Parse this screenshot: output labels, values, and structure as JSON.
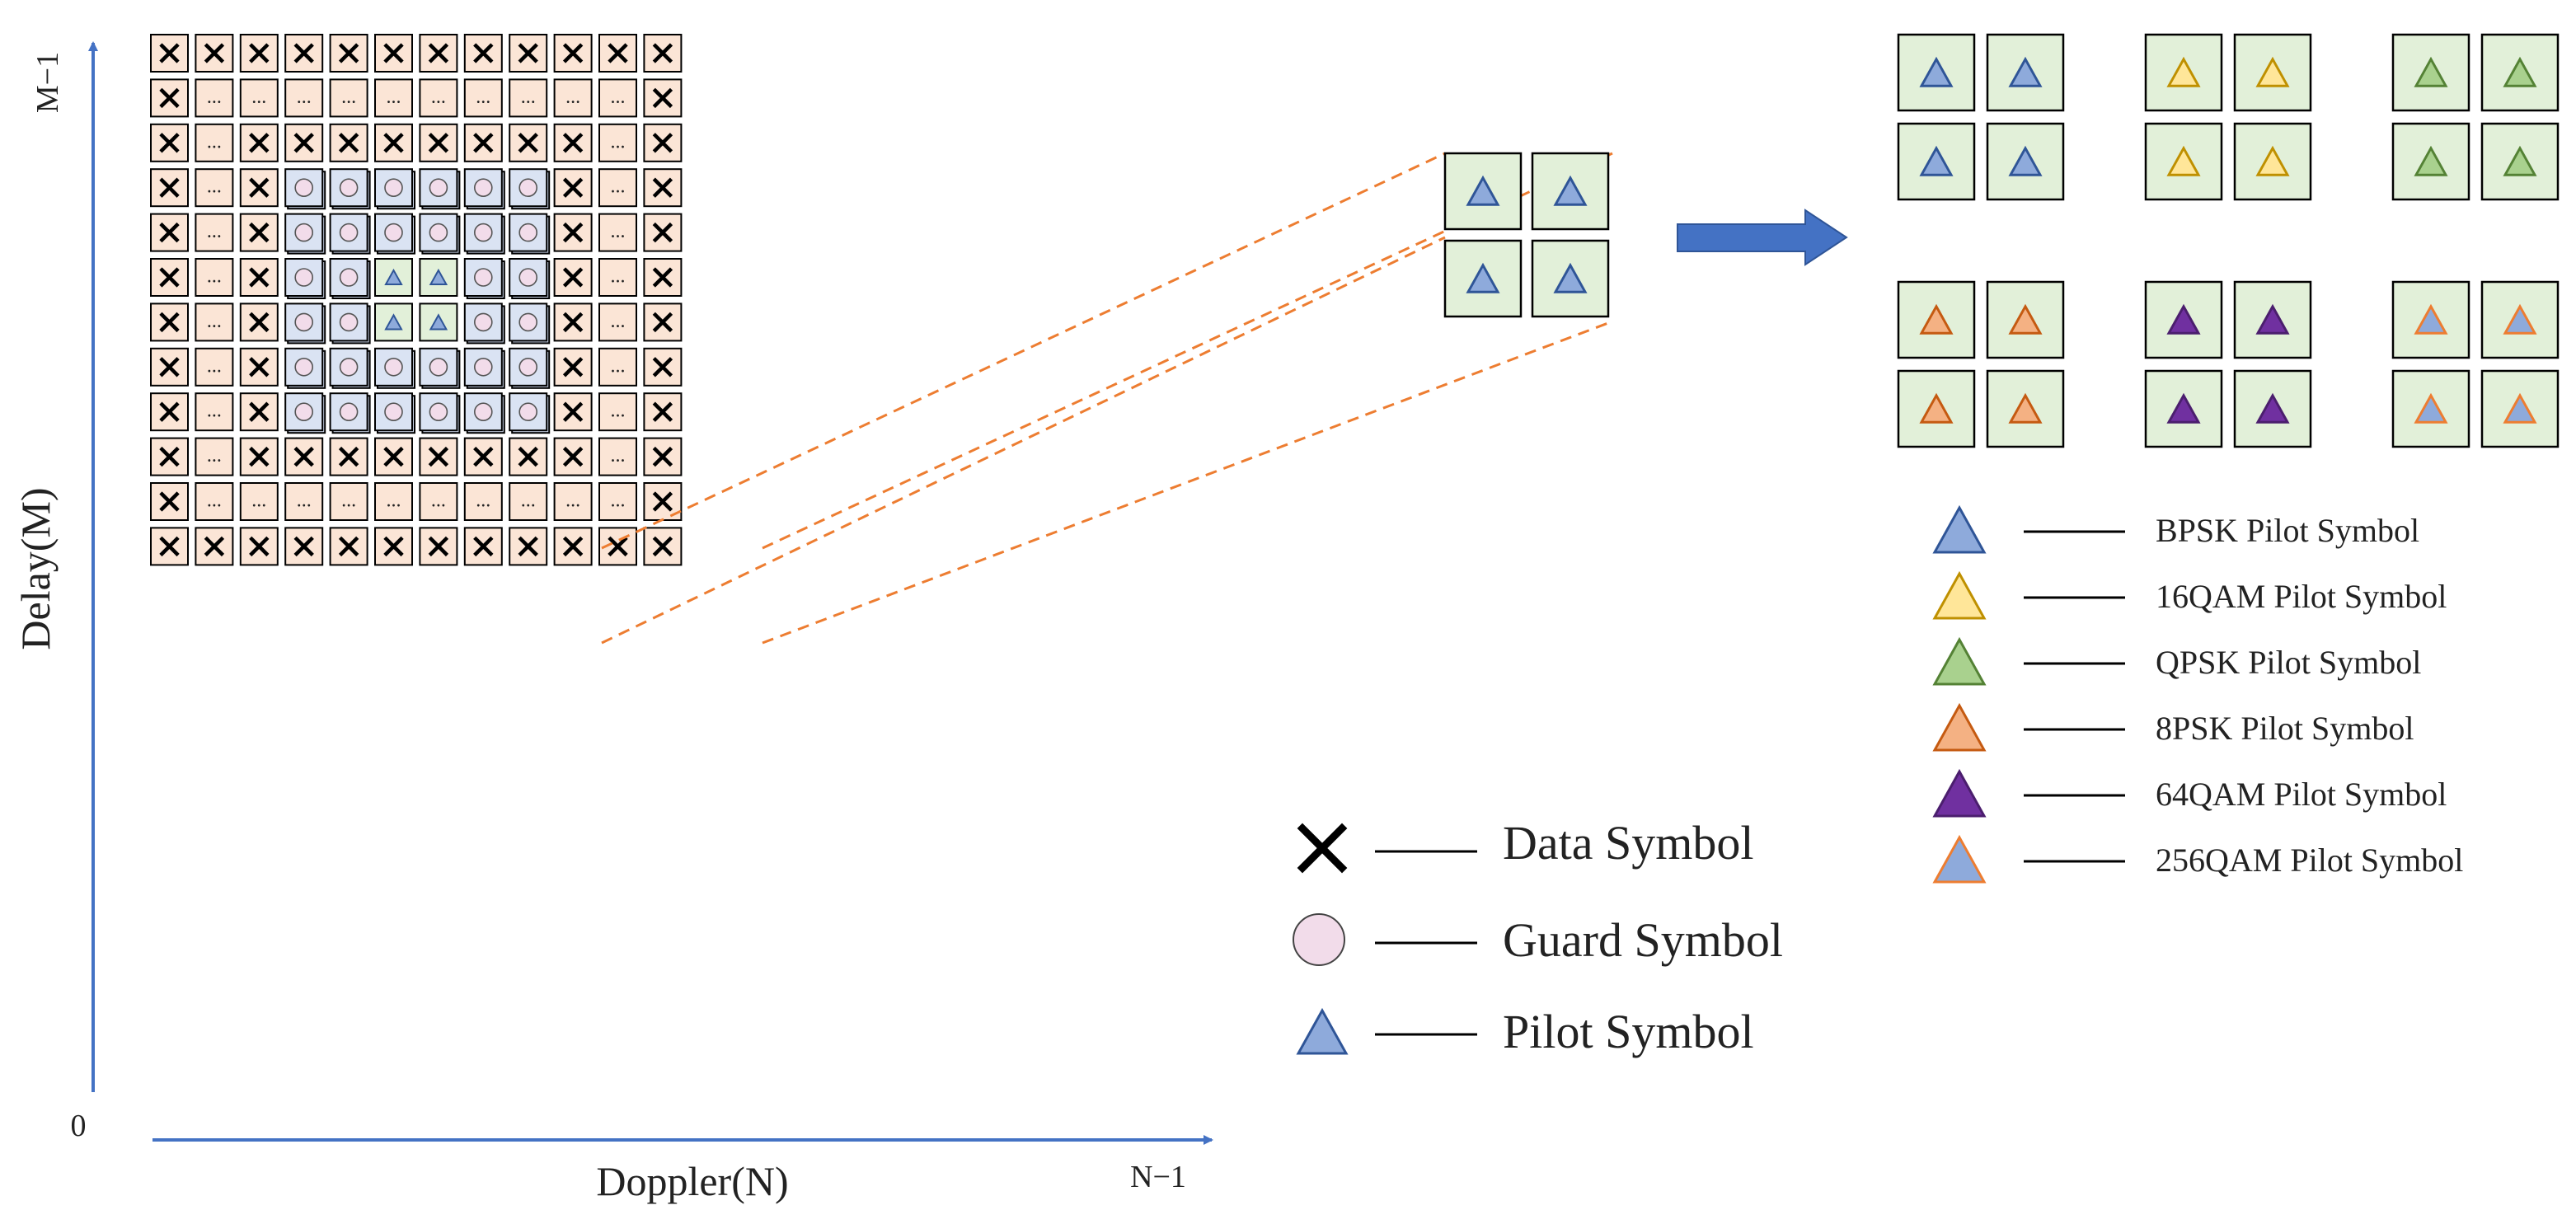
{
  "axes": {
    "y_label": "Delay(M)",
    "x_label": "Doppler(N)",
    "origin_label": "0",
    "y_max_label": "M−1",
    "x_max_label": "N−1"
  },
  "grid": {
    "rows": 12,
    "cols": 12,
    "ellipsis_text": "...",
    "cells": [
      "XXXXXXXXXXXX",
      "X..........X",
      "X.XXXXXXXX.X",
      "X.XGGGGGGX.X",
      "X.XGGGGGGX.X",
      "X.XGGPPGGX.X",
      "X.XGGPPGGX.X",
      "X.XGGGGGGX.X",
      "X.XGGGGGGX.X",
      "X.XXXXXXXX.X",
      "X..........X",
      "XXXXXXXXXXXX"
    ],
    "legend_key": {
      "X": "data",
      ".": "ellipsis",
      "G": "guard",
      "P": "pilot"
    }
  },
  "legend": [
    {
      "symbol": "data",
      "label": "Data Symbol"
    },
    {
      "symbol": "guard",
      "label": "Guard Symbol"
    },
    {
      "symbol": "pilot",
      "label": "Pilot Symbol"
    }
  ],
  "pilot_types": [
    {
      "label": "BPSK Pilot Symbol",
      "fill": "#8eaadb",
      "stroke": "#2f5597"
    },
    {
      "label": "16QAM Pilot Symbol",
      "fill": "#ffe699",
      "stroke": "#bf9000"
    },
    {
      "label": "QPSK Pilot Symbol",
      "fill": "#a9d18e",
      "stroke": "#548235"
    },
    {
      "label": "8PSK Pilot Symbol",
      "fill": "#f4b183",
      "stroke": "#c55a11"
    },
    {
      "label": "64QAM Pilot Symbol",
      "fill": "#7030a0",
      "stroke": "#4b1e6e"
    },
    {
      "label": "256QAM Pilot Symbol",
      "fill": "#8eaadb",
      "stroke": "#ed7d31"
    }
  ],
  "colors": {
    "data_cell": "#fbe5d6",
    "guard_cell": "#dae3f3",
    "guard_circle": "#f2dcea",
    "pilot_cell": "#e2f0d9",
    "axis": "#4472c4",
    "arrow": "#4472c4",
    "dashed_link": "#ed7d31"
  }
}
